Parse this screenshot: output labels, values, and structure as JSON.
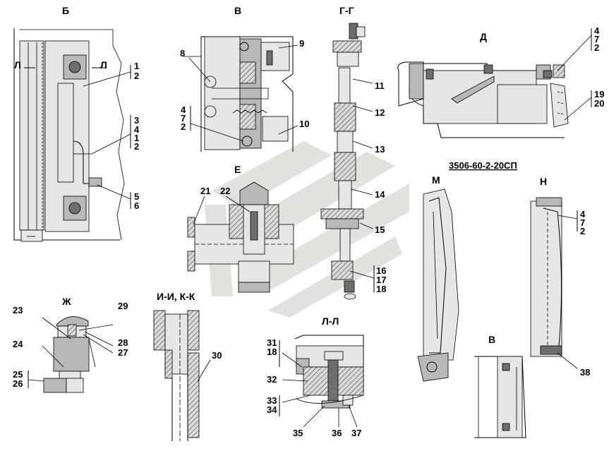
{
  "views": {
    "B": "Б",
    "V": "В",
    "GG": "Г-Г",
    "D": "Д",
    "E": "Е",
    "ZH": "Ж",
    "IIKK": "И-И, К-К",
    "LL": "Л-Л",
    "M": "М",
    "N": "Н",
    "V2": "В",
    "L_mark": "Л"
  },
  "drawing_code": "3506-60-2-20СП",
  "callouts": {
    "c1": "1",
    "c2": "2",
    "c3": "3",
    "c4": "4",
    "c5": "5",
    "c6": "6",
    "c7": "7",
    "c8": "8",
    "c9": "9",
    "c10": "10",
    "c11": "11",
    "c12": "12",
    "c13": "13",
    "c14": "14",
    "c15": "15",
    "c16": "16",
    "c17": "17",
    "c18": "18",
    "c19": "19",
    "c20": "20",
    "c21": "21",
    "c22": "22",
    "c23": "23",
    "c24": "24",
    "c25": "25",
    "c26": "26",
    "c27": "27",
    "c28": "28",
    "c29": "29",
    "c30": "30",
    "c31": "31",
    "c32": "32",
    "c33": "33",
    "c34": "34",
    "c35": "35",
    "c36": "36",
    "c37": "37",
    "c38": "38"
  }
}
